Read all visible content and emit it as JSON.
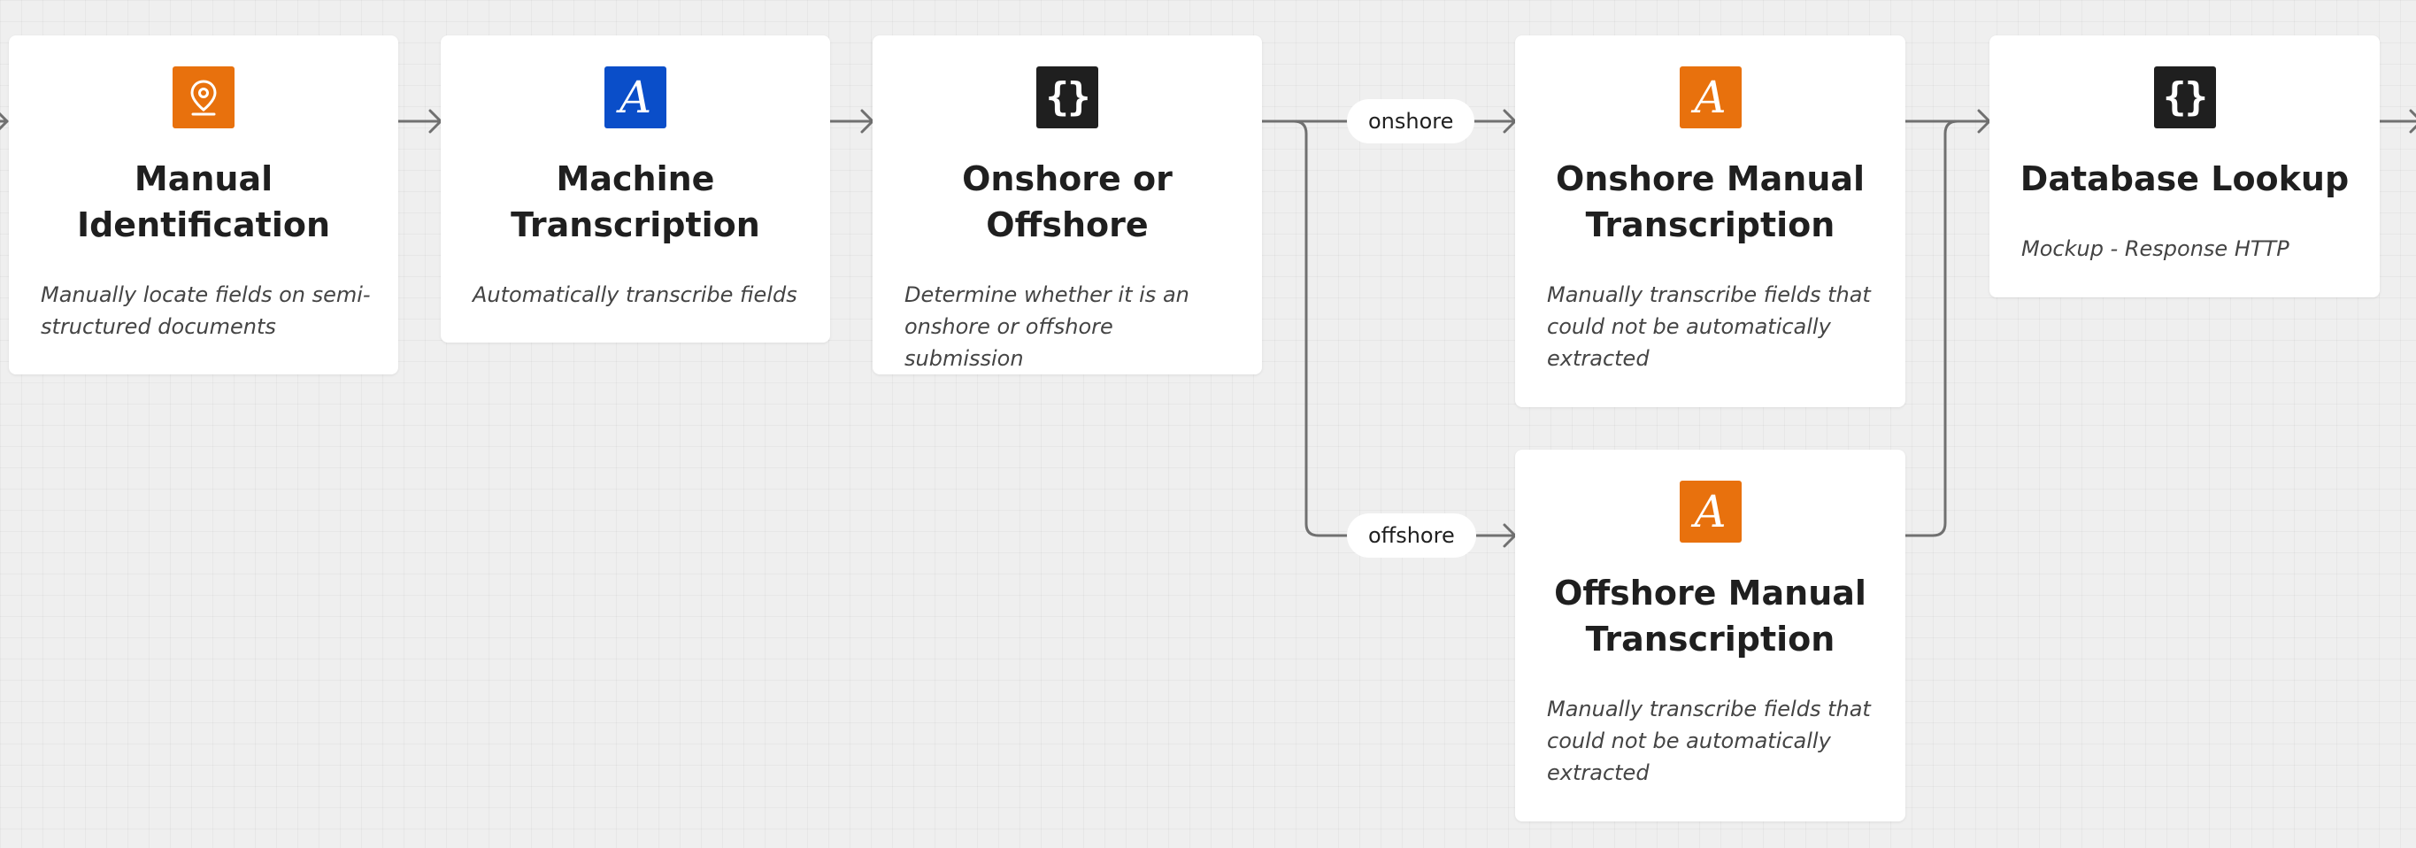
{
  "nodes": {
    "manual_identification": {
      "icon": "map-pin-icon",
      "icon_color": "#e8710d",
      "title": "Manual Identification",
      "description": "Manually locate fields on semi-structured documents"
    },
    "machine_transcription": {
      "icon": "letter-a-icon",
      "icon_color": "#0a4ec9",
      "title": "Machine Transcription",
      "description": "Automatically transcribe fields"
    },
    "onshore_or_offshore": {
      "icon": "code-braces-icon",
      "icon_color": "#1f1f1f",
      "title": "Onshore or Offshore",
      "description": "Determine whether it is an onshore or offshore submission"
    },
    "onshore_manual_transcription": {
      "icon": "letter-a-icon",
      "icon_color": "#e8710d",
      "title": "Onshore Manual Transcription",
      "description": "Manually transcribe fields that could not be automatically extracted"
    },
    "offshore_manual_transcription": {
      "icon": "letter-a-icon",
      "icon_color": "#e8710d",
      "title": "Offshore Manual Transcription",
      "description": "Manually transcribe fields that could not be automatically extracted"
    },
    "database_lookup": {
      "icon": "code-braces-icon",
      "icon_color": "#1f1f1f",
      "title": "Database Lookup",
      "description": "Mockup - Response HTTP"
    }
  },
  "edge_labels": {
    "onshore": "onshore",
    "offshore": "offshore"
  },
  "icon_glyphs": {
    "letter_a": "A",
    "braces": "{}"
  }
}
